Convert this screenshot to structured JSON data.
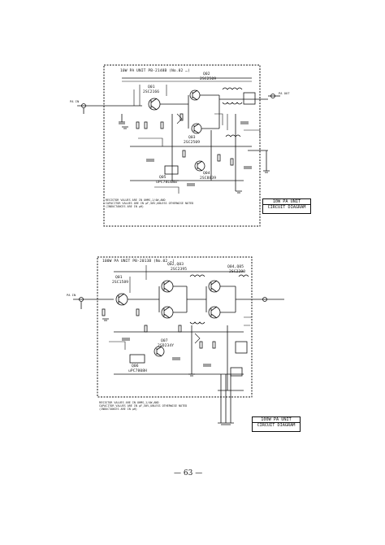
{
  "page_number": "63",
  "schematic_top": {
    "unit_title": "10W PA UNIT PB-2148B (No.02 …)",
    "caption_line1": "10W PA UNIT",
    "caption_line2": "CIRCUIT DIAGRAM",
    "notes": "RESISTOR VALUES ARE IN OHMS,1/4W,AND\nCAPACITOR VALUES ARE IN µF,50V,UNLESS OTHERWISE NOTED\n(INDUCTANCES ARE IN µH)",
    "parts": {
      "q01": "Q01",
      "q01_type": "2SC2166",
      "q02": "Q02",
      "q02_type": "2SC2509",
      "q03": "Q03",
      "q03_type": "2SC2509",
      "q04": "Q04",
      "q04_type": "2SC8839",
      "q05": "Q05",
      "q05_type": "uPC78L08",
      "pa_out": "PA OUT",
      "pa_in": "PA IN"
    }
  },
  "schematic_bottom": {
    "unit_title": "100W PA UNIT PB-2013B (No.02 …)",
    "caption_line1": "100W PA UNIT",
    "caption_line2": "CIRCUIT DIAGRAM",
    "notes": "RESISTOR VALUES ARE IN OHMS,1/4W,AND\nCAPACITOR VALUES ARE IN µF,50V,UNLESS OTHERWISE NOTED\n(INDUCTANCES ARE IN µH)",
    "parts": {
      "q01": "Q01",
      "q01_type": "2SC1589",
      "q02q03": "Q02,Q03",
      "q02q03_type": "2SC2395",
      "q04q05": "Q04,Q05",
      "q04q05_type": "2SC2290",
      "q07": "Q07",
      "q07_type": "2SD234Y",
      "q06": "Q06",
      "q06_type": "uPC7808H",
      "pa_in": "PA IN"
    }
  }
}
